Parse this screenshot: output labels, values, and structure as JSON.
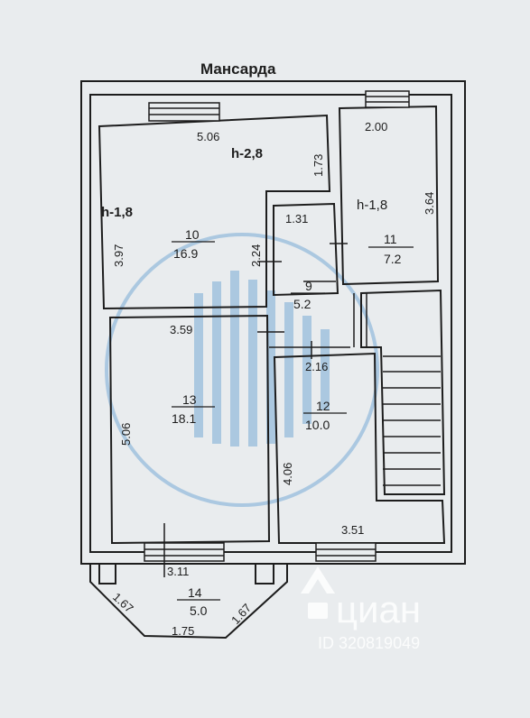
{
  "title": "Мансарда",
  "heights": {
    "h_28": "h-2,8",
    "h_18_left": "h-1,8",
    "h_18_right": "h-1,8"
  },
  "rooms": [
    {
      "number": "10",
      "area": "16.9"
    },
    {
      "number": "11",
      "area": "7.2"
    },
    {
      "number": "9",
      "area": "5.2"
    },
    {
      "number": "13",
      "area": "18.1"
    },
    {
      "number": "12",
      "area": "10.0"
    },
    {
      "number": "14",
      "area": "5.0"
    }
  ],
  "dimensions": {
    "d506_top": "5.06",
    "d173": "1.73",
    "d200": "2.00",
    "d364": "3.64",
    "d397": "3.97",
    "d131": "1.31",
    "d224": "2.24",
    "d359": "3.59",
    "d216": "2.16",
    "d506_left": "5.06",
    "d406": "4.06",
    "d351": "3.51",
    "d311": "3.11",
    "d167_left": "1.67",
    "d167_right": "1.67",
    "d175": "1.75"
  },
  "watermark": {
    "brand": "циан",
    "id": "ID 320819049"
  },
  "colors": {
    "background": "#e9ecee",
    "line": "#1d1d1d",
    "logo": "#3a86c8"
  }
}
